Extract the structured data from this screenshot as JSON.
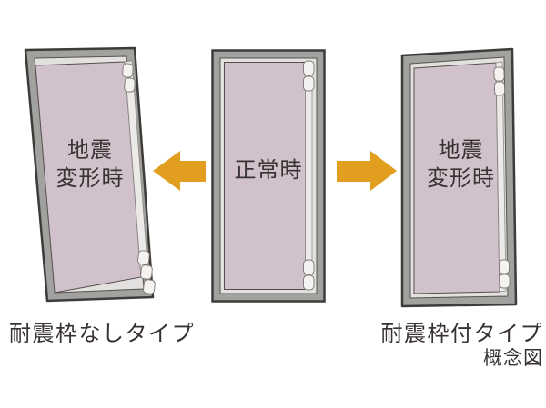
{
  "doors": {
    "left": {
      "state_line1": "地震",
      "state_line2": "変形時",
      "caption": "耐震枠なしタイプ"
    },
    "center": {
      "state": "正常時"
    },
    "right": {
      "state_line1": "地震",
      "state_line2": "変形時",
      "caption": "耐震枠付タイプ"
    }
  },
  "footnote": "概念図",
  "colors": {
    "arrow": "#E29E1E",
    "frame": "#A1A19F",
    "outline": "#3E3B39",
    "trim": "#E3E1DF",
    "panel": "#D0C1CB",
    "edge_strip": "#ECEAE8",
    "bolt": "#F5F3F1",
    "text": "#383332"
  }
}
